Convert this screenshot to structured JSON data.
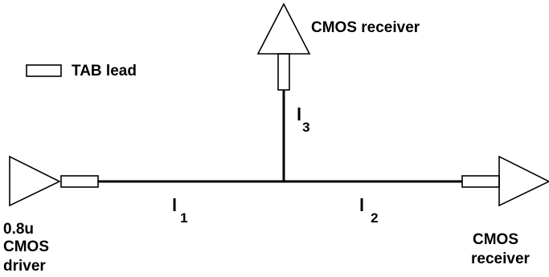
{
  "legend": {
    "tab_lead_label": "TAB lead",
    "tab_lead_icon": "rectangle-outline"
  },
  "driver": {
    "line1": "0.8u",
    "line2": "CMOS",
    "line3": "driver"
  },
  "receiver_top": {
    "label": "CMOS receiver"
  },
  "receiver_right": {
    "line1": "CMOS",
    "line2": "receiver"
  },
  "segments": {
    "l1": {
      "main": "l",
      "sub": "1"
    },
    "l2": {
      "main": "l",
      "sub": "2"
    },
    "l3": {
      "main": "l",
      "sub": "3"
    }
  },
  "colors": {
    "stroke": "#000000",
    "background": "#ffffff"
  }
}
